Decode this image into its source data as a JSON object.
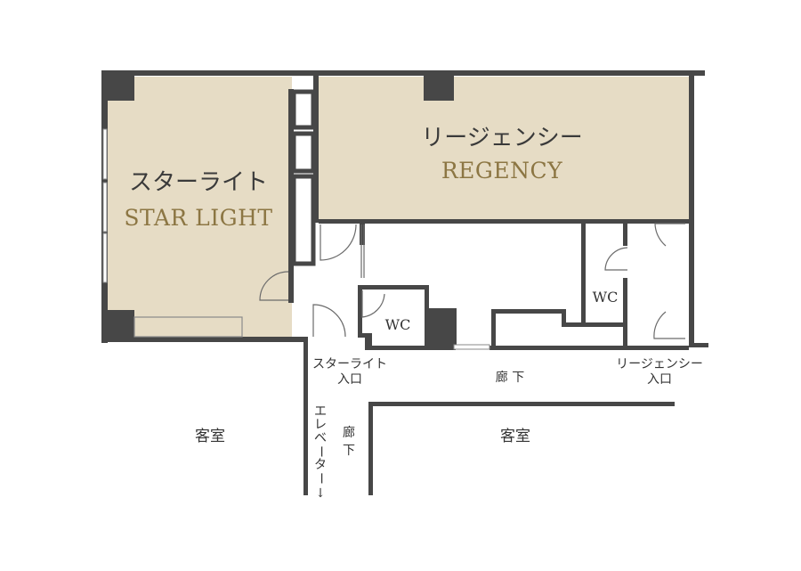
{
  "rooms": {
    "starlight": {
      "name_jp": "スターライト",
      "name_en": "STAR LIGHT"
    },
    "regency": {
      "name_jp": "リージェンシー",
      "name_en": "REGENCY"
    }
  },
  "restrooms": {
    "wc_left": "WC",
    "wc_right": "WC"
  },
  "entrances": {
    "starlight": {
      "line1": "スターライト",
      "line2": "入口"
    },
    "regency": {
      "line1": "リージェンシー",
      "line2": "入口"
    }
  },
  "corridor": {
    "horizontal": "廊 下",
    "vertical": [
      "廊",
      "下"
    ]
  },
  "guest_rooms": {
    "left": "客室",
    "right": "客室"
  },
  "elevator": {
    "label": [
      "エ",
      "レ",
      "ベ",
      "ー",
      "タ",
      "ー"
    ],
    "arrow": "↓"
  },
  "colors": {
    "wall": "#474747",
    "room_fill": "#e6dcc5",
    "accent_text": "#8c7643",
    "text": "#333333"
  }
}
